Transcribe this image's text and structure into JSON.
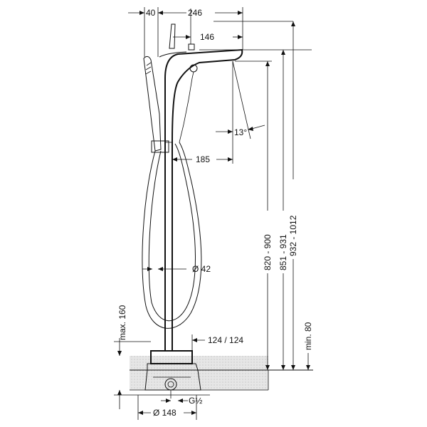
{
  "dimensions": {
    "offset_top": "40",
    "spout_reach": "246",
    "handle_to_spout": "146",
    "spout_angle": "13°",
    "column_to_outlet": "185",
    "hose_diameter": "Ø 42",
    "outlet_height_range": "820 - 900",
    "spout_height_range": "851 - 931",
    "total_height_range": "932 - 1012",
    "max_depth": "max. 160",
    "min_height": "min. 80",
    "base_size": "124 / 124",
    "connection": "G½",
    "base_diameter": "Ø 148"
  }
}
